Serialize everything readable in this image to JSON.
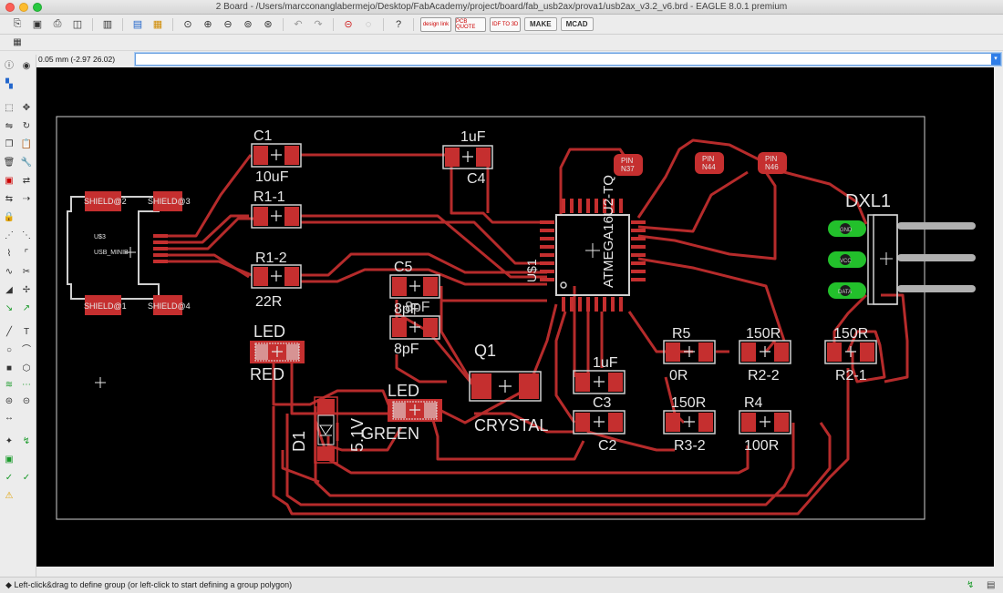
{
  "window": {
    "title": "2 Board - /Users/marcconanglabermejo/Desktop/FabAcademy/project/board/fab_usb2ax/prova1/usb2ax_v3.2_v6.brd - EAGLE 8.0.1 premium"
  },
  "toolbar": {
    "icons": [
      "open-icon",
      "save-icon",
      "print-icon",
      "cam-icon",
      "layers-icon",
      "script-icon",
      "ulp-icon",
      "zoom-fit-icon",
      "zoom-in-icon",
      "zoom-out-icon",
      "zoom-redraw-icon",
      "zoom-select-icon",
      "undo-icon",
      "redo-icon",
      "stop-icon",
      "go-icon",
      "help-icon"
    ],
    "design_link": "design link",
    "pcb_quote": "PCB QUOTE",
    "idf_to_3d": "IDF TO 3D",
    "make_label": "MAKE",
    "mcad_label": "MCAD"
  },
  "coordinate_readout": "0.05 mm (-2.97 26.02)",
  "command_line": {
    "value": "",
    "placeholder": ""
  },
  "board": {
    "colors": {
      "background": "#000000",
      "copper": "#b62b2b",
      "pad": "#c52f2f",
      "outline": "#cfcfcf",
      "label": "#e6e6e6",
      "green_pad": "#22c02b",
      "pin_gray": "#b0b0b0"
    },
    "labels": {
      "c1_name": "C1",
      "c1_value": "10uF",
      "r1_1_name": "R1-1",
      "r1_2_name": "R1-2",
      "r1_2_value": "22R",
      "c4_value_top": "1uF",
      "c4_name": "C4",
      "c5_name": "C5",
      "c5_value": "8pF",
      "c5_overlap": "8pF",
      "c6_value": "8pF",
      "led_red_name": "LED",
      "led_red_value": "RED",
      "led_green_name": "LED",
      "led_green_value": "GREEN",
      "q1_name": "Q1",
      "q1_value": "CRYSTAL",
      "d1_name": "D1",
      "d1_value": "5.1V",
      "u1_name": "U$1",
      "u1_value": "ATMEGA16U2-TQ",
      "u3_name": "U$3",
      "u3_value": "USB_MINIB",
      "shield1": "SHIELD@1",
      "shield2": "SHIELD@2",
      "shield3": "SHIELD@3",
      "shield4": "SHIELD@4",
      "pin_n37": "PIN\nN37",
      "pin_n44": "PIN\nN44",
      "pin_n46": "PIN\nN46",
      "r5_name": "R5",
      "r5_value": "0R",
      "r2_2_top": "150R",
      "r2_2_name": "R2-2",
      "r2_1_top": "150R",
      "r2_1_name": "R2-1",
      "r3_2_top": "150R",
      "r3_2_name": "R3-2",
      "r4_name": "R4",
      "r4_value": "100R",
      "c_1uf_b": "1uF",
      "c_c3": "C3",
      "c2_name": "C2",
      "dxl1_name": "DXL1",
      "pad_gnd": "GND",
      "pad_vcc": "VCC",
      "pad_data": "DATA"
    }
  },
  "status_bar": {
    "message": "Left-click&drag to define group (or left-click to start defining a group polygon)"
  }
}
